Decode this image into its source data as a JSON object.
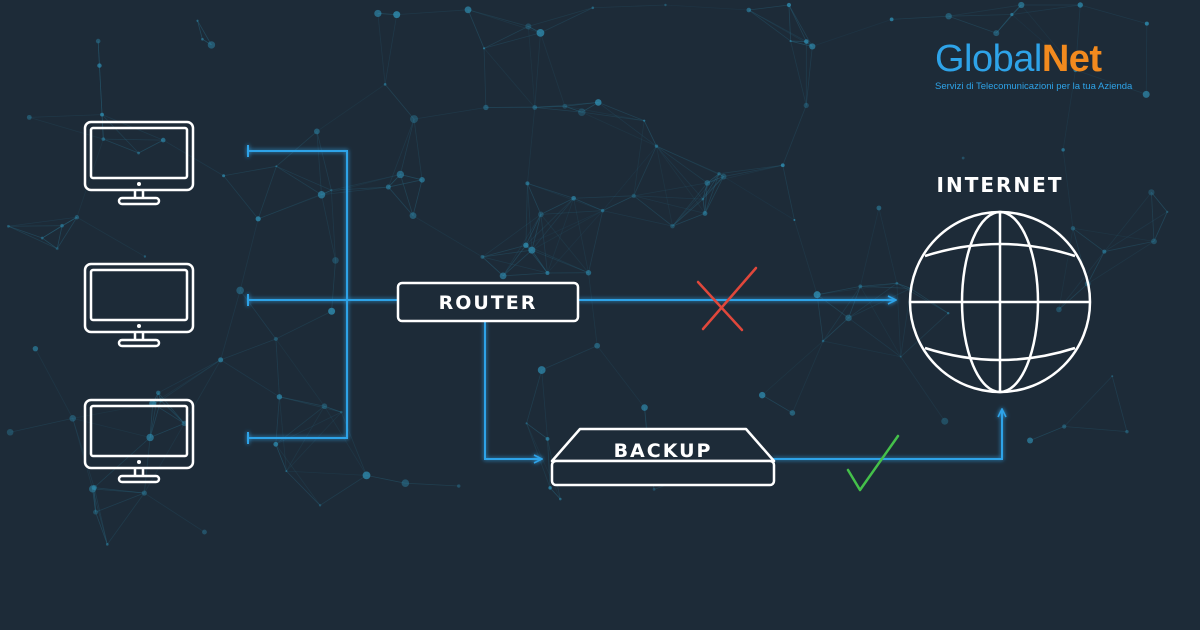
{
  "brand": {
    "name_part1": "Global",
    "name_part2": "Net",
    "tagline": "Servizi di Telecomunicazioni per la tua Azienda",
    "color_primary": "#2ea3e8",
    "color_accent": "#f28a1e"
  },
  "nodes": {
    "router": "ROUTER",
    "backup": "BACKUP",
    "internet": "INTERNET"
  },
  "icons": {
    "computers": [
      "computer-icon",
      "computer-icon",
      "computer-icon"
    ],
    "internet": "globe-icon",
    "failed_link": "x-mark-icon",
    "backup_link": "check-mark-icon"
  },
  "colors": {
    "background": "#1d2b38",
    "line": "#2ea3e8",
    "outline": "#ffffff",
    "fail": "#e0473b",
    "ok": "#44c04a"
  }
}
